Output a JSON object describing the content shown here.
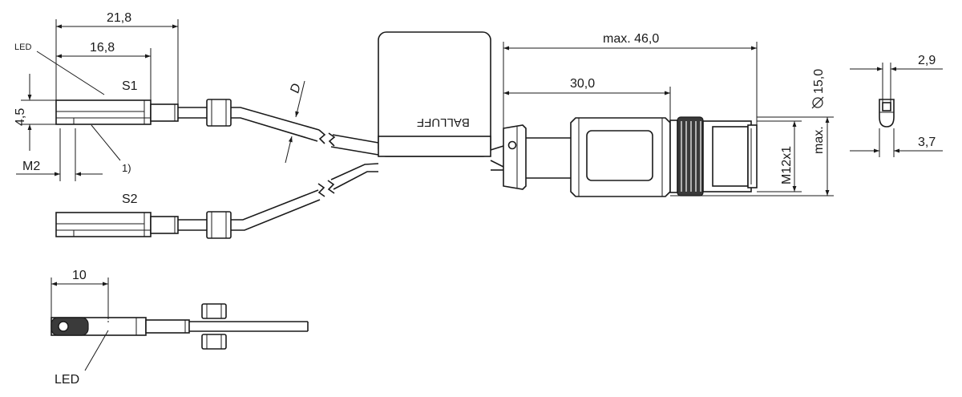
{
  "labels": {
    "dim_21_8": "21,8",
    "dim_16_8": "16,8",
    "led_top": "LED",
    "s1": "S1",
    "s2": "S2",
    "dim_4_5": "4,5",
    "note_1": "1)",
    "m2": "M2",
    "dim_d": "D",
    "brand": "BALLUFF",
    "dim_max_46": "max. 46,0",
    "dim_30": "30,0",
    "dim_dia_15": "15,0",
    "dim_max": "max.",
    "m12": "M12x1",
    "dim_2_9": "2,9",
    "dim_3_7": "3,7",
    "dim_10": "10",
    "led_bottom": "LED"
  }
}
